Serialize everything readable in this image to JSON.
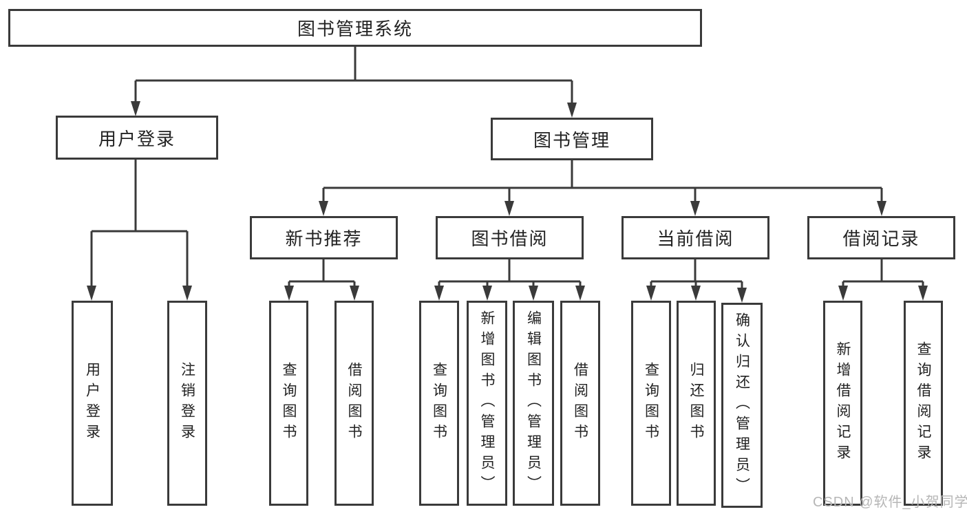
{
  "diagram": {
    "root": {
      "label": "图书管理系统"
    },
    "branches": [
      {
        "label": "用户登录",
        "children": [
          {
            "label": "用户登录"
          },
          {
            "label": "注销登录"
          }
        ]
      },
      {
        "label": "图书管理",
        "children": [
          {
            "label": "新书推荐",
            "children": [
              {
                "label": "查询图书"
              },
              {
                "label": "借阅图书"
              }
            ]
          },
          {
            "label": "图书借阅",
            "children": [
              {
                "label": "查询图书"
              },
              {
                "label": "新增图书（管理员）"
              },
              {
                "label": "编辑图书（管理员）"
              },
              {
                "label": "借阅图书"
              }
            ]
          },
          {
            "label": "当前借阅",
            "children": [
              {
                "label": "查询图书"
              },
              {
                "label": "归还图书"
              },
              {
                "label": "确认归还（管理员）"
              }
            ]
          },
          {
            "label": "借阅记录",
            "children": [
              {
                "label": "新增借阅记录"
              },
              {
                "label": "查询借阅记录"
              }
            ]
          }
        ]
      }
    ]
  },
  "watermark": {
    "text": "CSDN @软件_小贺同学"
  },
  "colors": {
    "line": "#3a3a3a",
    "text": "#222222",
    "watermark": "#b6b6b6",
    "background": "#ffffff"
  }
}
